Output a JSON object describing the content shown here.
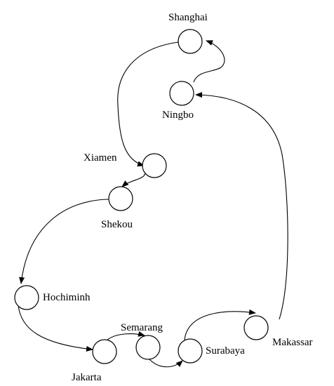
{
  "diagram": {
    "ports": {
      "shanghai": "Shanghai",
      "ningbo": "Ningbo",
      "xiamen": "Xiamen",
      "shekou": "Shekou",
      "hochiminh": "Hochiminh",
      "jakarta": "Jakarta",
      "semarang": "Semarang",
      "surabaya": "Surabaya",
      "makassar": "Makassar"
    },
    "route_order": [
      "Ningbo",
      "Shanghai",
      "Xiamen",
      "Shekou",
      "Hochiminh",
      "Jakarta",
      "Semarang",
      "Surabaya",
      "Makassar",
      "Ningbo"
    ]
  }
}
